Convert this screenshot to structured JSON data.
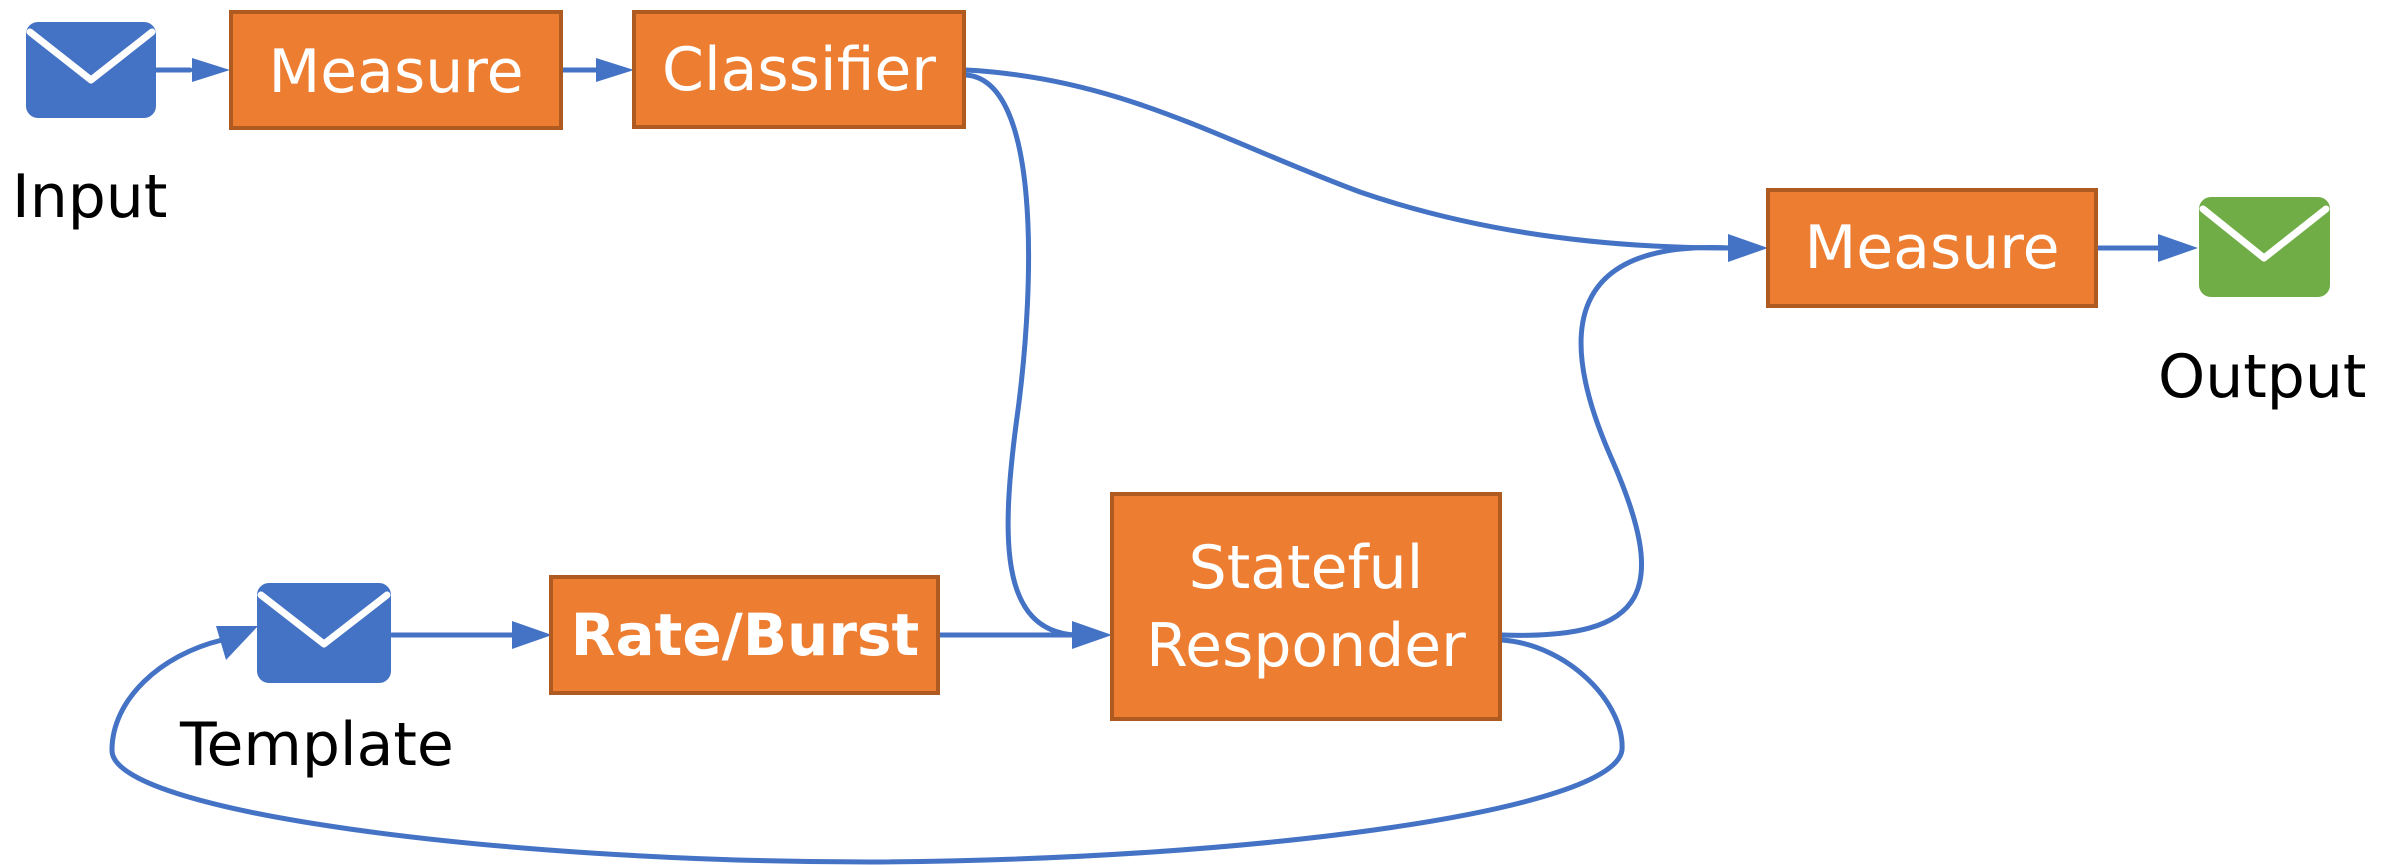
{
  "colors": {
    "box_fill": "#ED7D31",
    "box_stroke": "#AE5A21",
    "box_text": "#FFFFFF",
    "edge": "#4472C4",
    "envelope_blue": "#4472C4",
    "envelope_green": "#70AD47"
  },
  "nodes": {
    "input": {
      "label": "Input",
      "icon": "envelope-icon"
    },
    "template": {
      "label": "Template",
      "icon": "envelope-icon"
    },
    "output": {
      "label": "Output",
      "icon": "envelope-icon"
    },
    "measure_1": {
      "label": "Measure"
    },
    "classifier": {
      "label": "Classifier"
    },
    "rate_burst": {
      "label": "Rate/Burst"
    },
    "stateful_responder": {
      "line1": "Stateful",
      "line2": "Responder"
    },
    "measure_2": {
      "label": "Measure"
    }
  },
  "edges": [
    {
      "from": "input",
      "to": "measure_1"
    },
    {
      "from": "measure_1",
      "to": "classifier"
    },
    {
      "from": "classifier",
      "to": "measure_2"
    },
    {
      "from": "classifier",
      "to": "stateful_responder"
    },
    {
      "from": "template",
      "to": "rate_burst"
    },
    {
      "from": "rate_burst",
      "to": "stateful_responder"
    },
    {
      "from": "stateful_responder",
      "to": "measure_2"
    },
    {
      "from": "stateful_responder",
      "to": "template"
    },
    {
      "from": "measure_2",
      "to": "output"
    }
  ]
}
